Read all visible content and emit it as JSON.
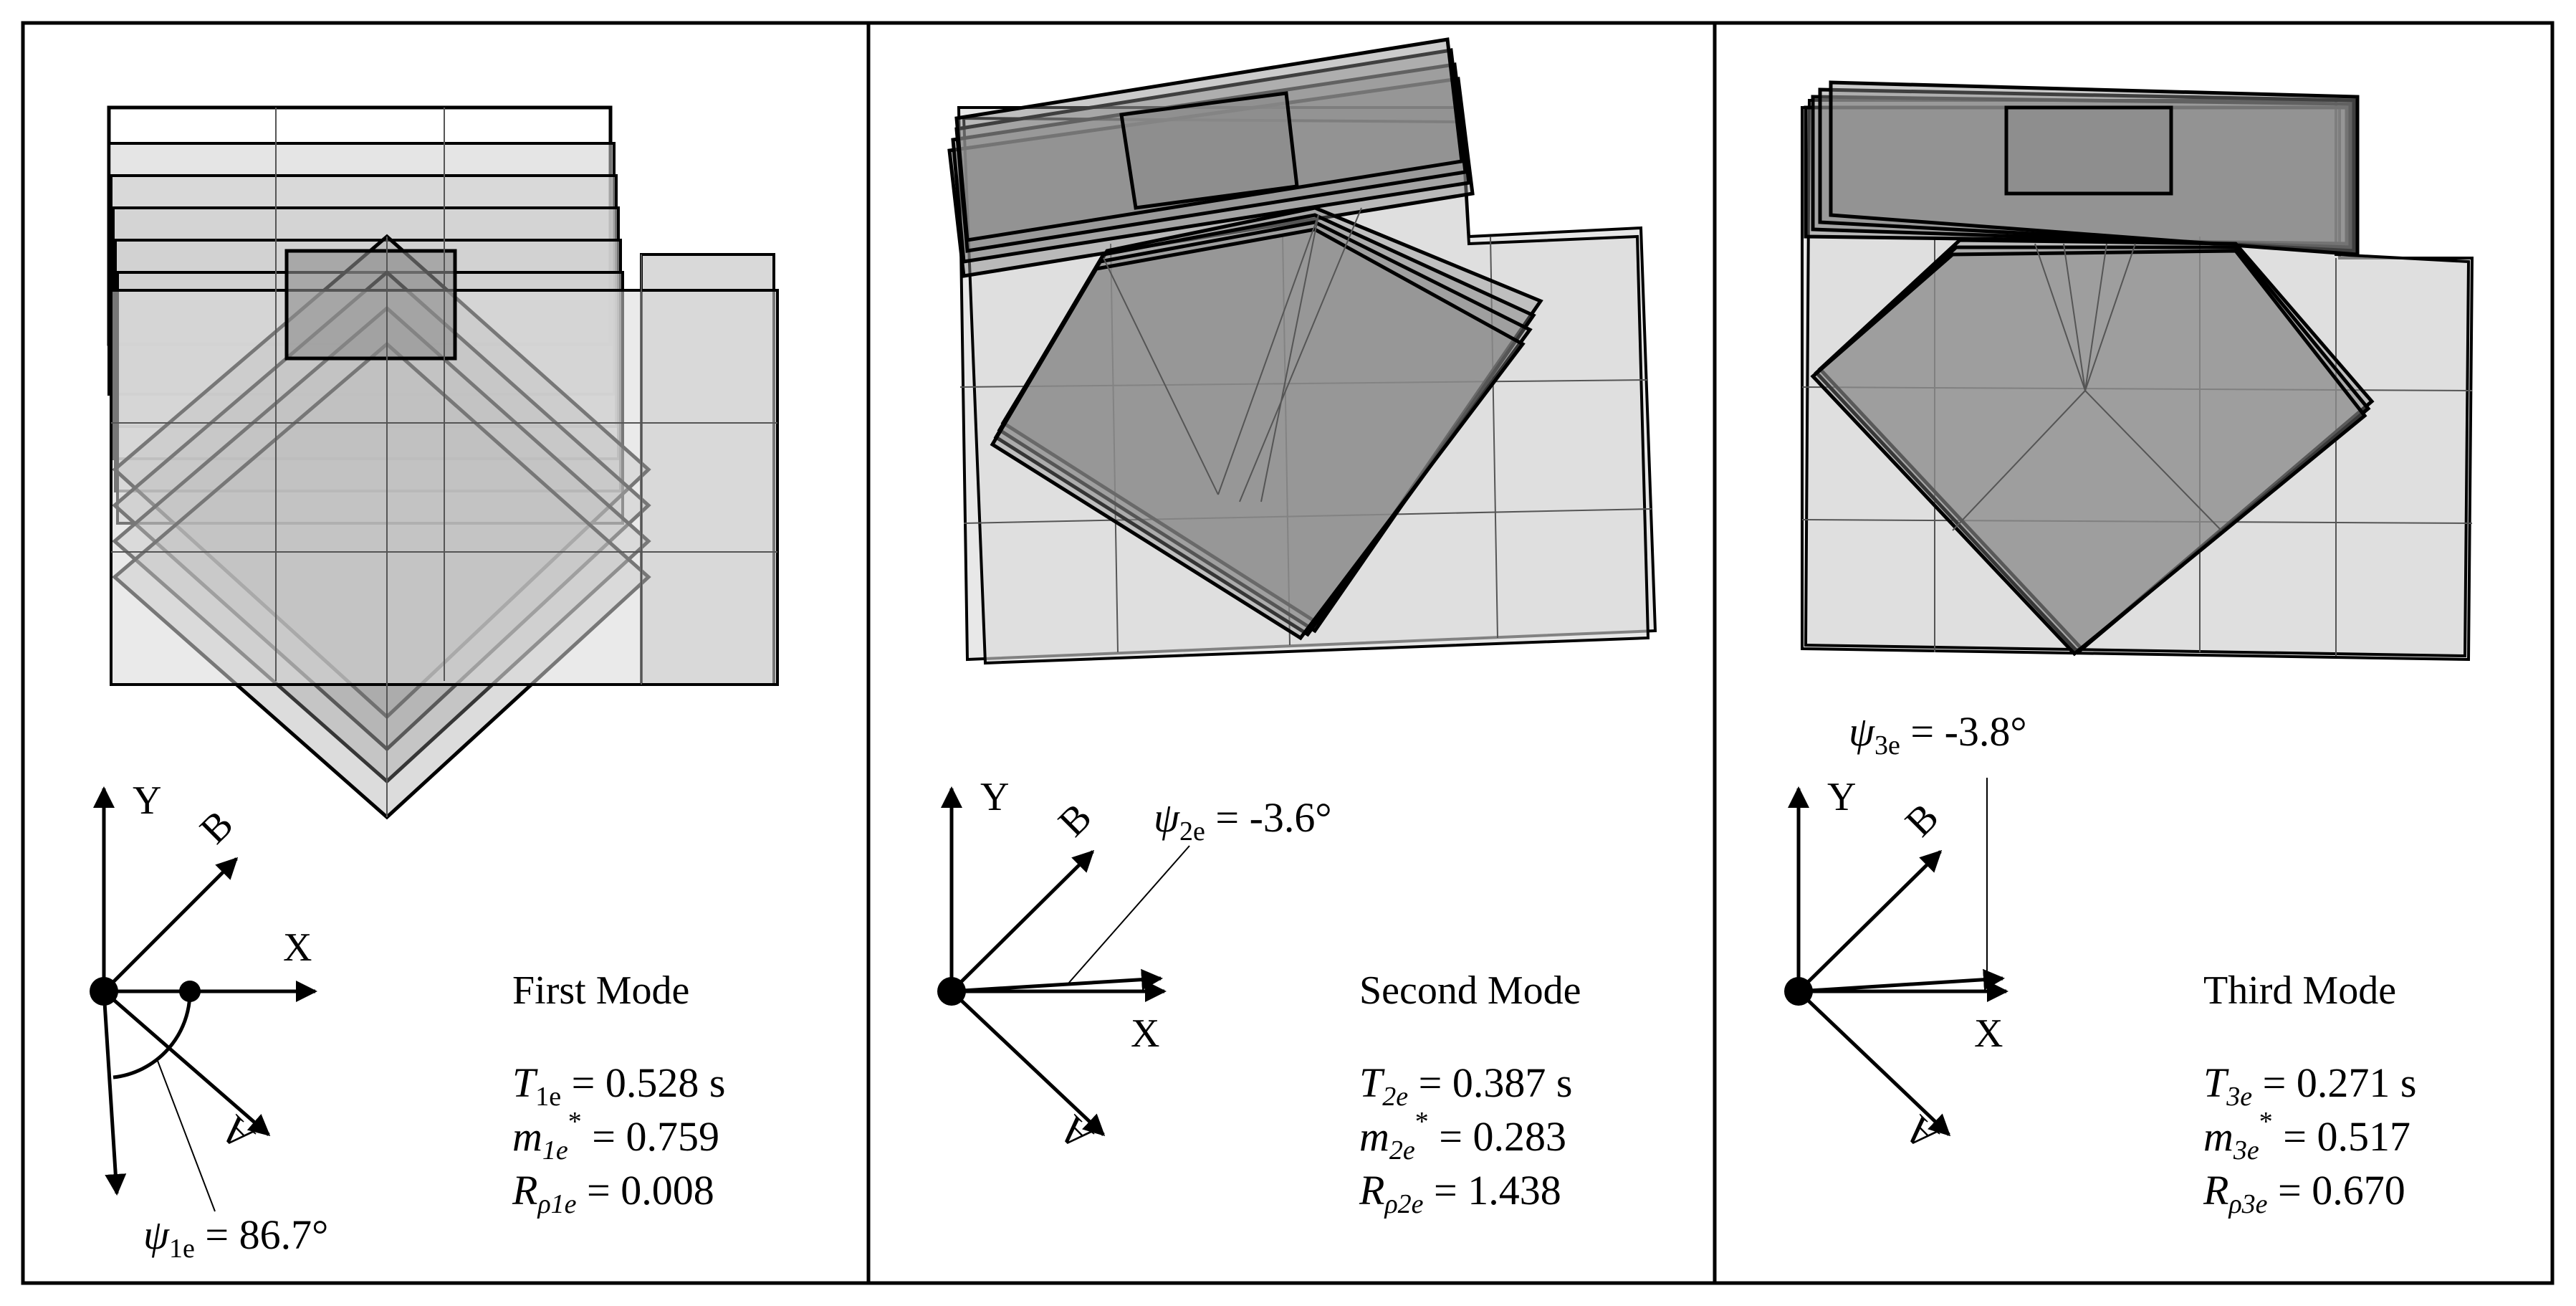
{
  "panels": [
    {
      "title": "First Mode",
      "axes": {
        "x": "X",
        "y": "Y",
        "a": "A",
        "b": "B"
      },
      "psi": {
        "symbol": "ψ",
        "sub": "1e",
        "value": " = 86.7°"
      },
      "period": {
        "symbol": "T",
        "sub": "1e",
        "value": " = 0.528 s"
      },
      "mass": {
        "symbol": "m",
        "sub": "1e",
        "sup": "*",
        "value": " = 0.759"
      },
      "rho": {
        "symbol": "R",
        "sub": "ρ1e",
        "value": " = 0.008"
      }
    },
    {
      "title": "Second Mode",
      "axes": {
        "x": "X",
        "y": "Y",
        "a": "A",
        "b": "B"
      },
      "psi": {
        "symbol": "ψ",
        "sub": "2e",
        "value": " = -3.6°"
      },
      "period": {
        "symbol": "T",
        "sub": "2e",
        "value": " = 0.387 s"
      },
      "mass": {
        "symbol": "m",
        "sub": "2e",
        "sup": "*",
        "value": " = 0.283"
      },
      "rho": {
        "symbol": "R",
        "sub": "ρ2e",
        "value": " = 1.438"
      }
    },
    {
      "title": "Third Mode",
      "axes": {
        "x": "X",
        "y": "Y",
        "a": "A",
        "b": "B"
      },
      "psi": {
        "symbol": "ψ",
        "sub": "3e",
        "value": " = -3.8°"
      },
      "period": {
        "symbol": "T",
        "sub": "3e",
        "value": " = 0.271 s"
      },
      "mass": {
        "symbol": "m",
        "sub": "3e",
        "sup": "*",
        "value": " = 0.517"
      },
      "rho": {
        "symbol": "R",
        "sub": "ρ3e",
        "value": " = 0.670"
      }
    }
  ],
  "colors": {
    "frame": "#000000",
    "slab_light": "#d9d9d9",
    "slab_dark": "#8c8c8c",
    "grid": "#555555"
  }
}
